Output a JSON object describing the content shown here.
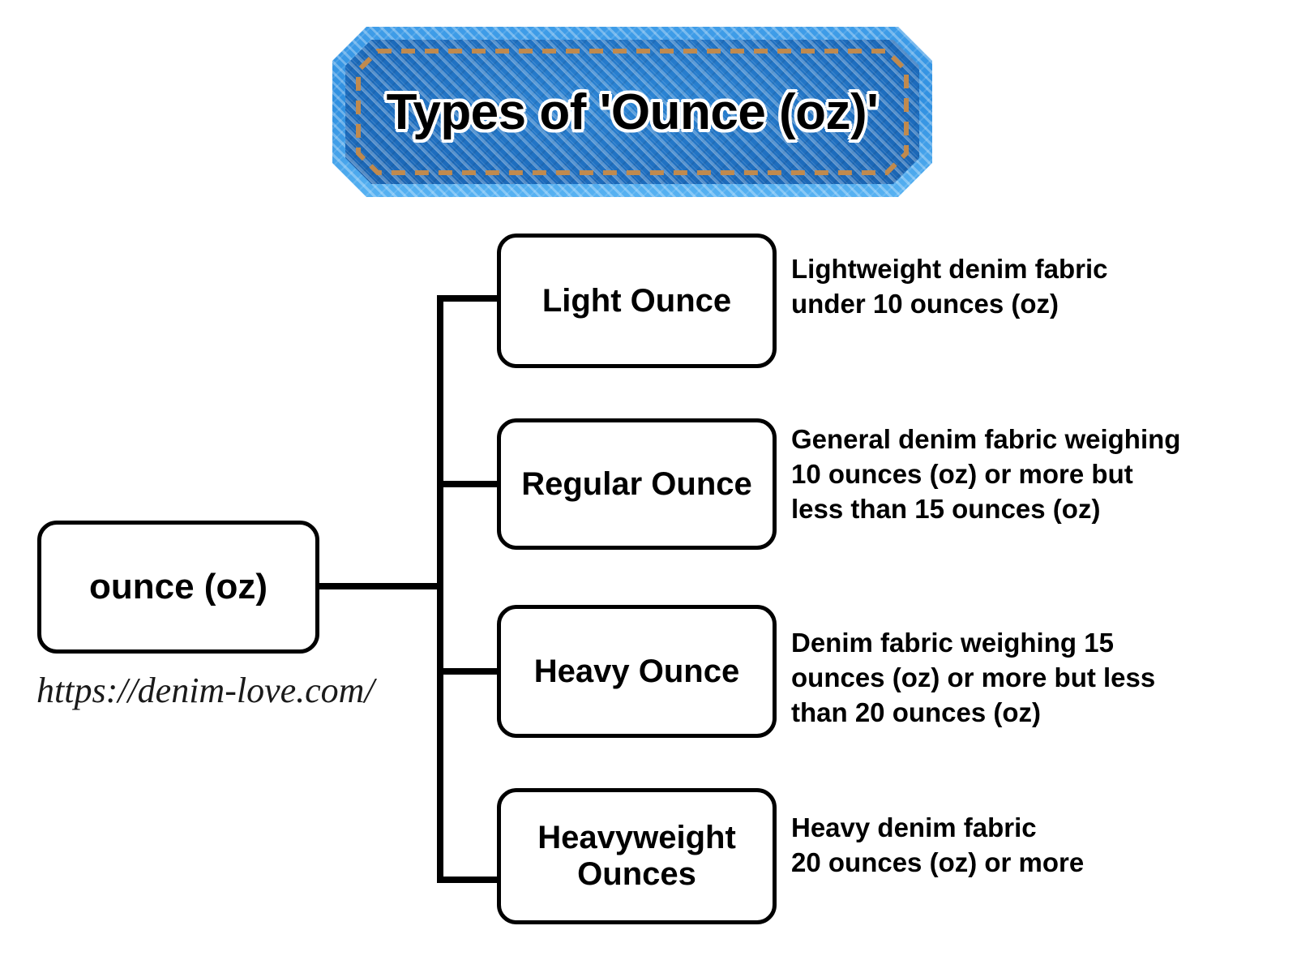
{
  "banner": {
    "title": "Types of 'Ounce (oz)'",
    "fill_dark": "#1d6cbd",
    "fill_light": "#3f9de8",
    "stitch_color": "#c08a4e"
  },
  "root": {
    "label": "ounce (oz)"
  },
  "watermark": {
    "text": "https://denim-love.com/"
  },
  "children": [
    {
      "label": "Light Ounce",
      "description_lines": [
        "Lightweight denim fabric",
        "under 10 ounces (oz)"
      ]
    },
    {
      "label": "Regular Ounce",
      "description_lines": [
        "General denim fabric weighing",
        "10 ounces (oz) or more but",
        "less than 15 ounces (oz)"
      ]
    },
    {
      "label": "Heavy Ounce",
      "description_lines": [
        "Denim fabric weighing 15",
        "ounces (oz) or more but less",
        "than 20 ounces (oz)"
      ]
    },
    {
      "label": "Heavyweight Ounces",
      "label_lines": [
        "Heavyweight",
        "Ounces"
      ],
      "description_lines": [
        "Heavy denim fabric",
        "20 ounces (oz) or more"
      ]
    }
  ]
}
